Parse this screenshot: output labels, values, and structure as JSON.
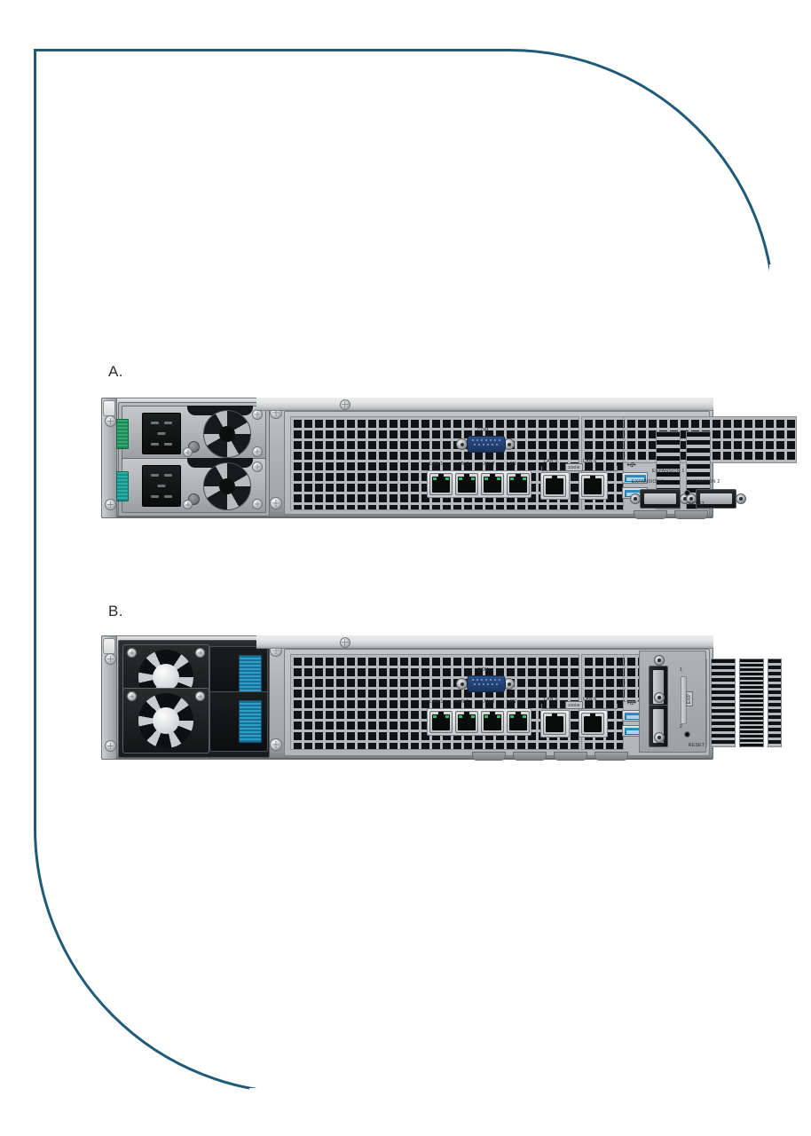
{
  "page": {
    "frame_color": "#215a77",
    "background": "#ffffff"
  },
  "sections": [
    {
      "id": "A",
      "label": "A.",
      "description": "Rear view of rackmount NAS with redundant power supply units",
      "left_bay": {
        "type": "power-supply",
        "units": 2,
        "connector_color": "#2fa96e"
      },
      "ports": {
        "com": "COM",
        "lan": [
          "LAN 1",
          "LAN 2",
          "LAN 3",
          "LAN 4"
        ],
        "lan_10g": [
          "LAN 5",
          "LAN 6"
        ],
        "lan_10g_badge": "10GbE",
        "usb_count": 2,
        "expansion": [
          "EXPANSION 1",
          "EXPANSION 2"
        ],
        "reset": "RESET"
      }
    },
    {
      "id": "B",
      "label": "B.",
      "description": "Rear view of rackmount NAS with system fan modules",
      "left_bay": {
        "type": "fan-module",
        "units": 2,
        "connector_color": "#2f9ec6"
      },
      "ports": {
        "com": "COM",
        "lan": [
          "LAN 1",
          "LAN 2",
          "LAN 3",
          "LAN 4"
        ],
        "lan_10g": [
          "LAN 5",
          "LAN 6"
        ],
        "lan_10g_badge": "10GbE",
        "usb_count": 2,
        "expansion_vertical": [
          "1",
          "2"
        ],
        "expansion_group_label": "EXP",
        "reset": "RESET"
      }
    }
  ]
}
